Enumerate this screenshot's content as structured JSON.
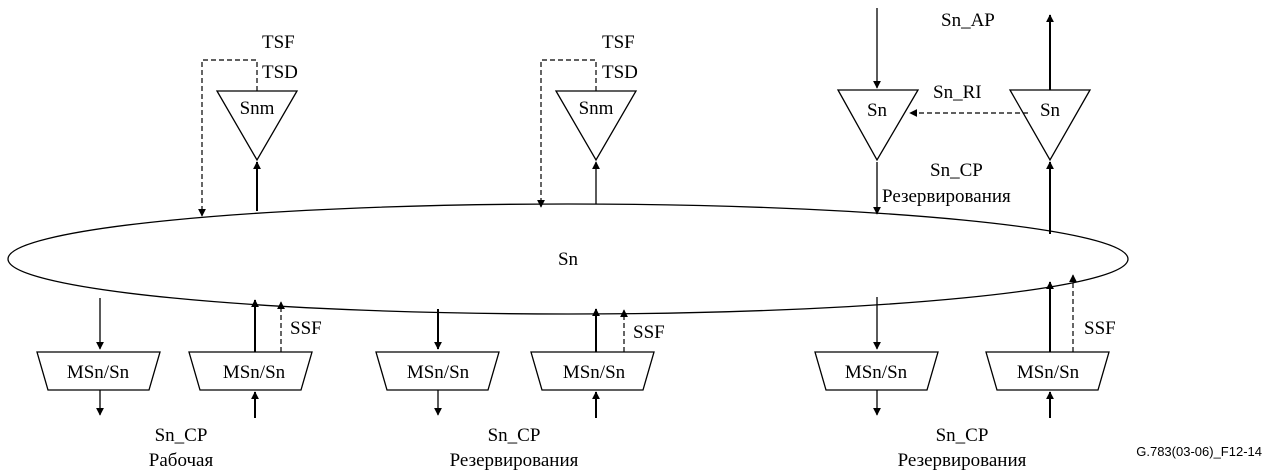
{
  "ring_label": "Sn",
  "monitors": [
    {
      "label": "Snm",
      "tsf": "TSF",
      "tsd": "TSD"
    },
    {
      "label": "Snm",
      "tsf": "TSF",
      "tsd": "TSD"
    }
  ],
  "protection_connection": {
    "sink_label": "Sn",
    "source_label": "Sn",
    "ap_label": "Sn_AP",
    "ri_label": "Sn_RI",
    "cp_label": "Sn_CP",
    "cp_sublabel": "Резервирования"
  },
  "adaptations": [
    {
      "label": "MSn/Sn"
    },
    {
      "label": "MSn/Sn",
      "ssf": "SSF"
    },
    {
      "label": "MSn/Sn"
    },
    {
      "label": "MSn/Sn",
      "ssf": "SSF"
    },
    {
      "label": "MSn/Sn"
    },
    {
      "label": "MSn/Sn",
      "ssf": "SSF"
    }
  ],
  "bottom_labels": [
    {
      "title": "Sn_CP",
      "sub": "Рабочая"
    },
    {
      "title": "Sn_CP",
      "sub": "Резервирования"
    },
    {
      "title": "Sn_CP",
      "sub": "Резервирования"
    }
  ],
  "figure_id": "G.783(03-06)_F12-14"
}
